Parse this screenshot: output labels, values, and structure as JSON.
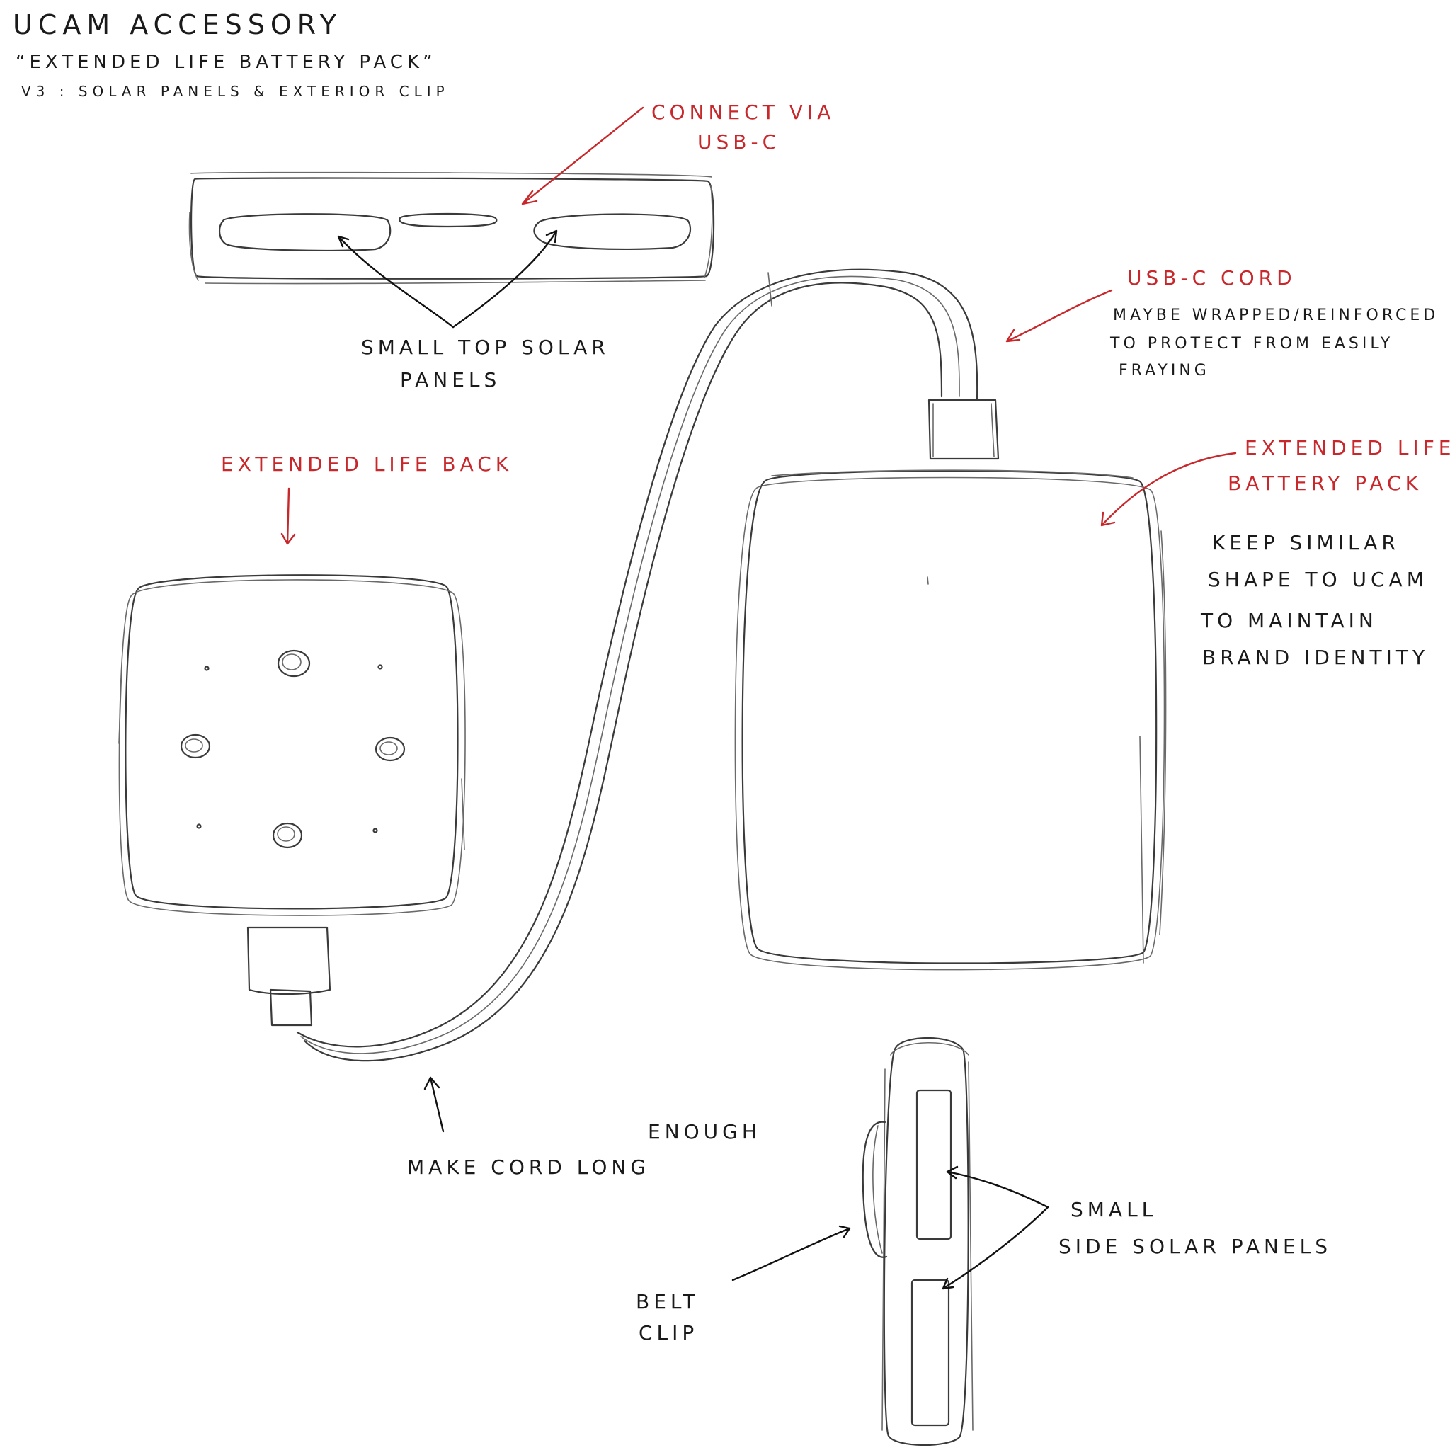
{
  "header": {
    "title": "UCAM ACCESSORY",
    "subtitle": "“EXTENDED LIFE BATTERY PACK”",
    "version_line": "V3 : SOLAR PANELS & EXTERIOR CLIP"
  },
  "annotations": {
    "connect_via": [
      "CONNECT VIA",
      "USB-C"
    ],
    "small_top_solar": [
      "SMALL TOP SOLAR",
      "PANELS"
    ],
    "usb_c_cord": "USB-C CORD",
    "cord_note": [
      "MAYBE WRAPPED/REINFORCED",
      "TO PROTECT FROM EASILY",
      "FRAYING"
    ],
    "extended_life_back": "EXTENDED LIFE BACK",
    "extended_life_pack": [
      "EXTENDED LIFE",
      "BATTERY PACK"
    ],
    "shape_note": [
      "KEEP SIMILAR",
      "SHAPE TO UCAM",
      "TO MAINTAIN",
      "BRAND IDENTITY"
    ],
    "cord_length": [
      "MAKE CORD LONG",
      "ENOUGH"
    ],
    "side_solar": [
      "SMALL",
      "SIDE SOLAR PANELS"
    ],
    "belt_clip": [
      "BELT",
      "CLIP"
    ]
  },
  "colors": {
    "pencil": "#3a3a3a",
    "annotation_red": "#c8282b",
    "paper": "#ffffff"
  }
}
